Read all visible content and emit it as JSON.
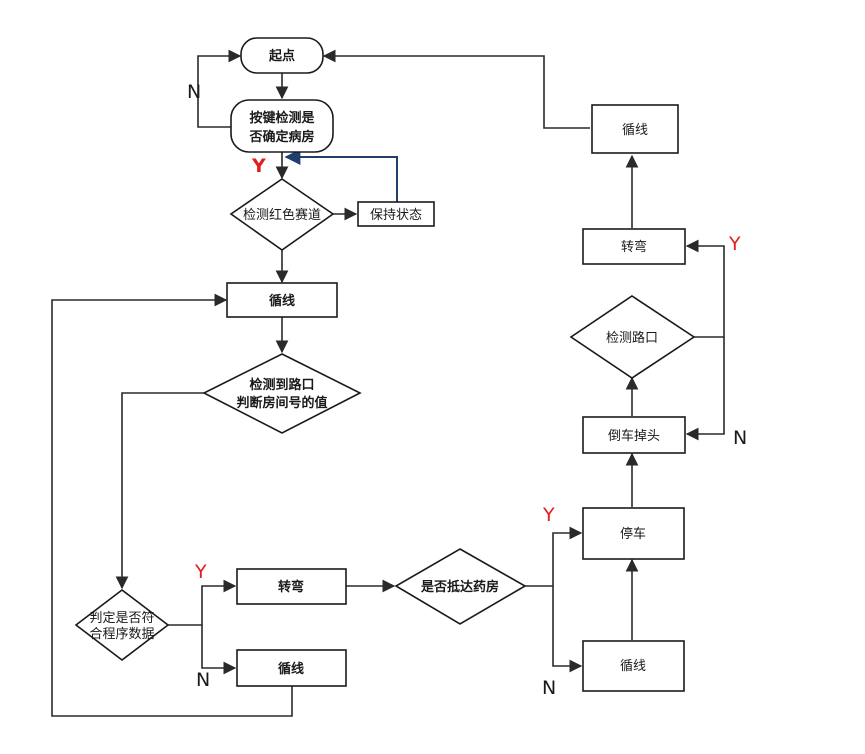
{
  "nodes": {
    "start": "起点",
    "key_line1": "按键检测是",
    "key_line2": "否确定病房",
    "detect_red": "检测红色赛道",
    "hold_state": "保持状态",
    "follow1": "循线",
    "junction_line1": "检测到路口",
    "junction_line2": "判断房间号的值",
    "match_line1": "判定是否符",
    "match_line2": "合程序数据",
    "turn1": "转弯",
    "follow2": "循线",
    "arrive_pharmacy": "是否抵达药房",
    "stop": "停车",
    "follow3": "循线",
    "reverse_uturn": "倒车掉头",
    "detect_junction": "检测路口",
    "turn2": "转弯",
    "follow4": "循线"
  },
  "edge_labels": {
    "key_no": "N",
    "key_yes": "Y",
    "match_yes": "Y",
    "match_no": "N",
    "arrive_yes": "Y",
    "arrive_no": "N",
    "junction_yes": "Y",
    "junction_no": "N"
  },
  "colors": {
    "yes_label": "#e02020",
    "no_label": "#1a1a1a",
    "hold_loop": "#1f3f6e"
  }
}
